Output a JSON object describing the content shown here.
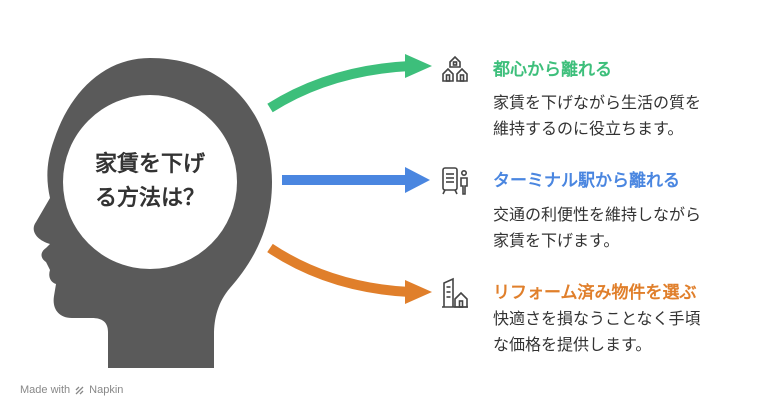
{
  "center": {
    "line1": "家賃を下げ",
    "line2": "る方法は？"
  },
  "colors": {
    "green": "#3dbf7b",
    "blue": "#4a86e0",
    "orange": "#e07f2b",
    "head": "#5a5a5a"
  },
  "options": [
    {
      "title": "都心から離れる",
      "desc_line1": "家賃を下げながら生活の質を",
      "desc_line2": "維持するのに役立ちます。",
      "icon": "houses-icon"
    },
    {
      "title": "ターミナル駅から離れる",
      "desc_line1": "交通の利便性を維持しながら",
      "desc_line2": "家賃を下げます。",
      "icon": "train-person-icon"
    },
    {
      "title": "リフォーム済み物件を選ぶ",
      "desc_line1": "快適さを損なうことなく手頃",
      "desc_line2": "な価格を提供します。",
      "icon": "renovated-building-icon"
    }
  ],
  "footer": {
    "made_with": "Made with",
    "brand": "Napkin"
  }
}
